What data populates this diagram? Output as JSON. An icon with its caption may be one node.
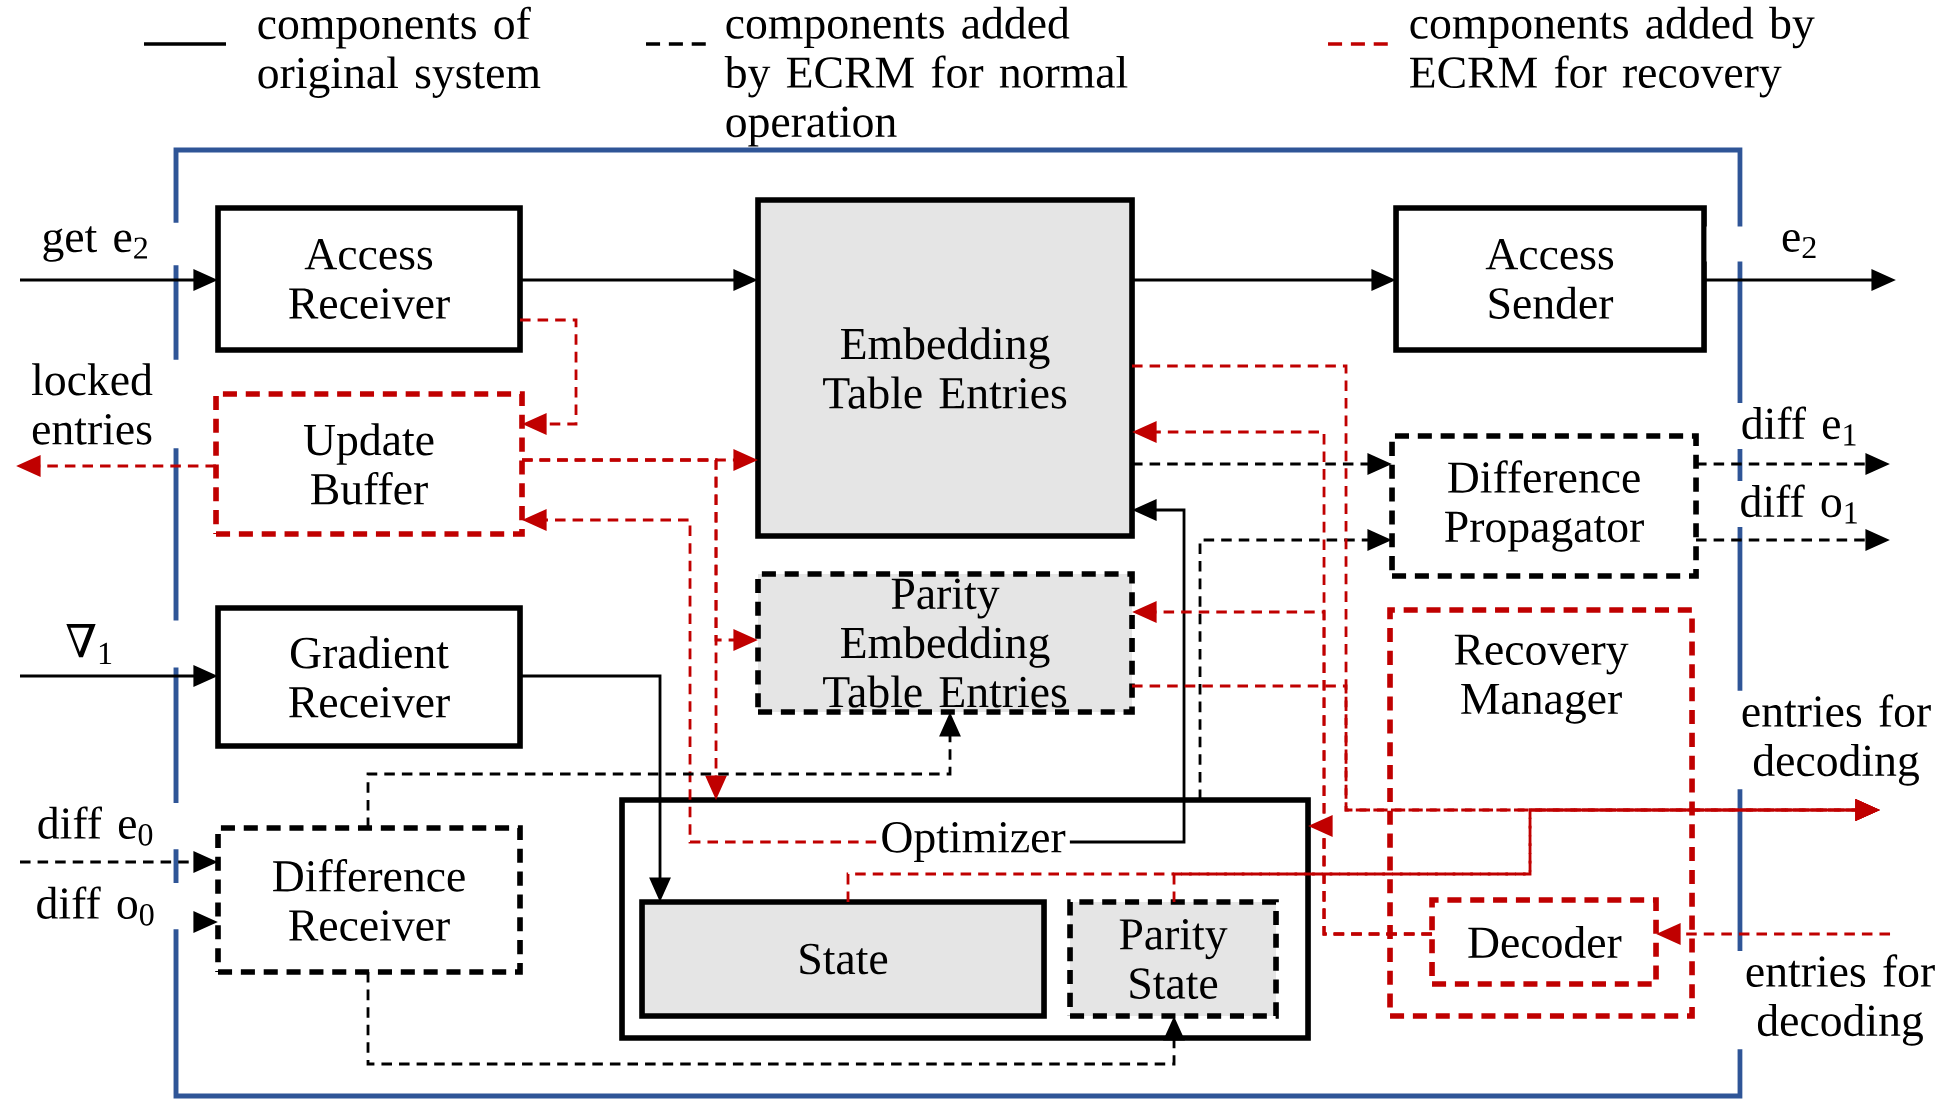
{
  "diagram": {
    "nodes": [
      {
        "text": [],
        "shape": "box"
      },
      {
        "text": [
          "Access Receiver"
        ],
        "in": 0
      },
      {
        "text": [
          "Update Buffer"
        ],
        "in": 0
      },
      {
        "text": [
          "Embedding Table Entries"
        ],
        "in": 0
      },
      {
        "text": [
          "Access Sender"
        ],
        "in": 0
      },
      {
        "text": [
          "Difference Propagator"
        ],
        "in": 0
      },
      {
        "text": [
          "Parity Embedding Table Entries"
        ],
        "in": 0
      },
      {
        "text": [
          "Gradient Receiver"
        ],
        "in": 0
      },
      {
        "text": [
          "Recovery Manager"
        ],
        "in": 0
      },
      {
        "text": [
          "Difference Receiver"
        ],
        "in": 0
      },
      {
        "text": [
          "Optimizer"
        ],
        "in": 0
      },
      {
        "text": [
          "State"
        ],
        "in": 10
      },
      {
        "text": [
          "Parity State"
        ],
        "in": 10
      },
      {
        "text": [
          "Decoder"
        ],
        "in": 8
      }
    ],
    "edges": [
      {
        "from": null,
        "to": 1,
        "arrow": "to",
        "label": "get e$_{2}$"
      },
      {
        "from": 1,
        "to": 3,
        "arrow": "to"
      },
      {
        "from": 3,
        "to": 4,
        "arrow": "to"
      },
      {
        "from": 4,
        "to": null,
        "arrow": "to",
        "label": "e$_{2}$"
      },
      {
        "from": 1,
        "to": 2,
        "arrow": "to",
        "style": "dashed",
        "color": "#c00000"
      },
      {
        "from": 2,
        "to": null,
        "arrow": "to",
        "label": "locked entries",
        "style": "dashed",
        "color": "#c00000"
      },
      {
        "from": 2,
        "to": 3,
        "arrow": "to",
        "style": "dashed",
        "color": "#c00000"
      },
      {
        "from": 2,
        "to": 6,
        "arrow": "to",
        "style": "dashed",
        "color": "#c00000"
      },
      {
        "from": 2,
        "to": 10,
        "arrow": "to",
        "style": "dashed",
        "color": "#c00000"
      },
      {
        "from": 10,
        "to": 2,
        "arrow": "to",
        "style": "dashed",
        "color": "#c00000"
      },
      {
        "from": 10,
        "to": 3,
        "arrow": "to"
      },
      {
        "from": 10,
        "to": 5,
        "arrow": "to",
        "style": "dashed"
      },
      {
        "from": 3,
        "to": 5,
        "arrow": "to",
        "style": "dashed"
      },
      {
        "from": 5,
        "to": null,
        "arrow": "to",
        "label": "diff e$_{1}$",
        "style": "dashed"
      },
      {
        "from": 5,
        "to": null,
        "arrow": "to",
        "label": "diff o$_{1}$",
        "style": "dashed"
      },
      {
        "from": null,
        "to": 7,
        "arrow": "to",
        "label": "∇$_{1}$"
      },
      {
        "from": 7,
        "to": 11,
        "arrow": "to"
      },
      {
        "from": null,
        "to": 9,
        "arrow": "to",
        "label": "diff e$_{0}$",
        "style": "dashed"
      },
      {
        "from": null,
        "to": 9,
        "arrow": "to",
        "label": "diff o$_{0}$",
        "style": "dashed"
      },
      {
        "from": 9,
        "to": 6,
        "arrow": "to",
        "style": "dashed"
      },
      {
        "from": 9,
        "to": 12,
        "arrow": "to",
        "style": "dashed"
      },
      {
        "from": 3,
        "to": null,
        "arrow": "to",
        "label": "entries for decoding",
        "style": "dashed",
        "color": "#c00000"
      },
      {
        "from": 6,
        "to": null,
        "arrow": "to",
        "style": "dashed",
        "color": "#c00000"
      },
      {
        "from": 11,
        "to": null,
        "arrow": "to",
        "style": "dashed",
        "color": "#c00000"
      },
      {
        "from": 12,
        "to": null,
        "arrow": "to",
        "style": "dashed",
        "color": "#c00000"
      },
      {
        "from": null,
        "to": 13,
        "arrow": "to",
        "label": "entries for decoding",
        "style": "dashed",
        "color": "#c00000"
      },
      {
        "from": 13,
        "to": 3,
        "arrow": "to",
        "style": "dashed",
        "color": "#c00000"
      },
      {
        "from": 13,
        "to": 6,
        "arrow": "to",
        "style": "dashed",
        "color": "#c00000"
      },
      {
        "from": 13,
        "to": 10,
        "arrow": "to",
        "style": "dashed",
        "color": "#c00000"
      }
    ],
    "legend": [
      {
        "text": "components of original system"
      },
      {
        "text": "components added by ECRM for normal operation"
      },
      {
        "text": "components added by ECRM for recovery"
      }
    ]
  }
}
